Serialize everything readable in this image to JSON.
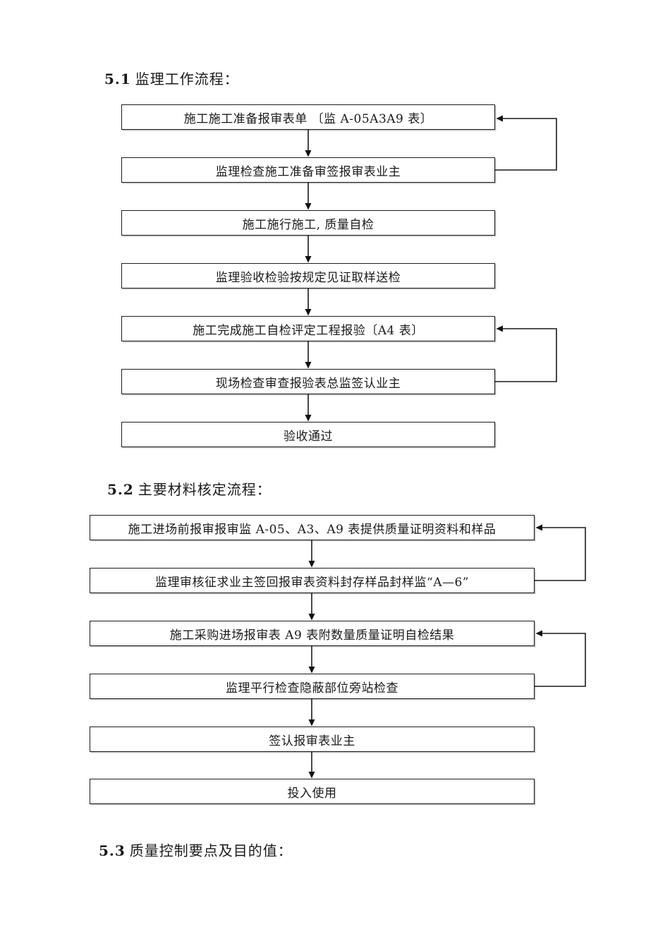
{
  "document": {
    "section1": {
      "number": "5.1",
      "title": "监理工作流程："
    },
    "section2": {
      "number": "5.2",
      "title": "主要材料核定流程："
    },
    "section3": {
      "number": "5.3",
      "title": "质量控制要点及目的值："
    }
  },
  "flowchart1": {
    "boxes": [
      {
        "label": "施工施工准备报审表单 〔监 A-05A3A9 表〕"
      },
      {
        "label": "监理检查施工准备审签报审表业主"
      },
      {
        "label": "施工施行施工, 质量自检"
      },
      {
        "label": "监理验收检验按规定见证取样送检"
      },
      {
        "label": "施工完成施工自检评定工程报验〔A4 表〕"
      },
      {
        "label": "现场检查审查报验表总监签认业主"
      },
      {
        "label": "验收通过"
      }
    ],
    "loops": [
      {
        "from": "监理检查施工准备审签报审表业主",
        "to": "施工施工准备报审表单 〔监 A-05A3A9 表〕"
      },
      {
        "from": "现场检查审查报验表总监签认业主",
        "to": "施工完成施工自检评定工程报验〔A4 表〕"
      }
    ]
  },
  "flowchart2": {
    "boxes": [
      {
        "label": "施工进场前报审报审监 A-05、A3、A9 表提供质量证明资料和样品"
      },
      {
        "label": "监理审核征求业主签回报审表资料封存样品封样监“A—6”"
      },
      {
        "label": "施工采购进场报审表 A9 表附数量质量证明自检结果"
      },
      {
        "label": "监理平行检查隐蔽部位旁站检查"
      },
      {
        "label": "签认报审表业主"
      },
      {
        "label": "投入使用"
      }
    ],
    "loops": [
      {
        "from": "监理审核征求业主签回报审表资料封存样品封样监“A—6”",
        "to": "施工进场前报审报审监 A-05、A3、A9 表提供质量证明资料和样品"
      },
      {
        "from": "监理平行检查隐蔽部位旁站检查",
        "to": "施工采购进场报审表 A9 表附数量质量证明自检结果"
      }
    ]
  },
  "colors": {
    "ink": "#1a1a1a",
    "background": "#ffffff"
  }
}
